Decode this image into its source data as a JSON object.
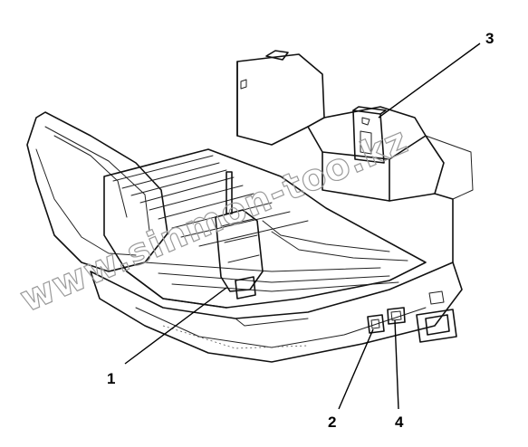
{
  "callouts": {
    "c1": "1",
    "c2": "2",
    "c3": "3",
    "c4": "4"
  },
  "watermark": "www.sinmon-too.kz"
}
